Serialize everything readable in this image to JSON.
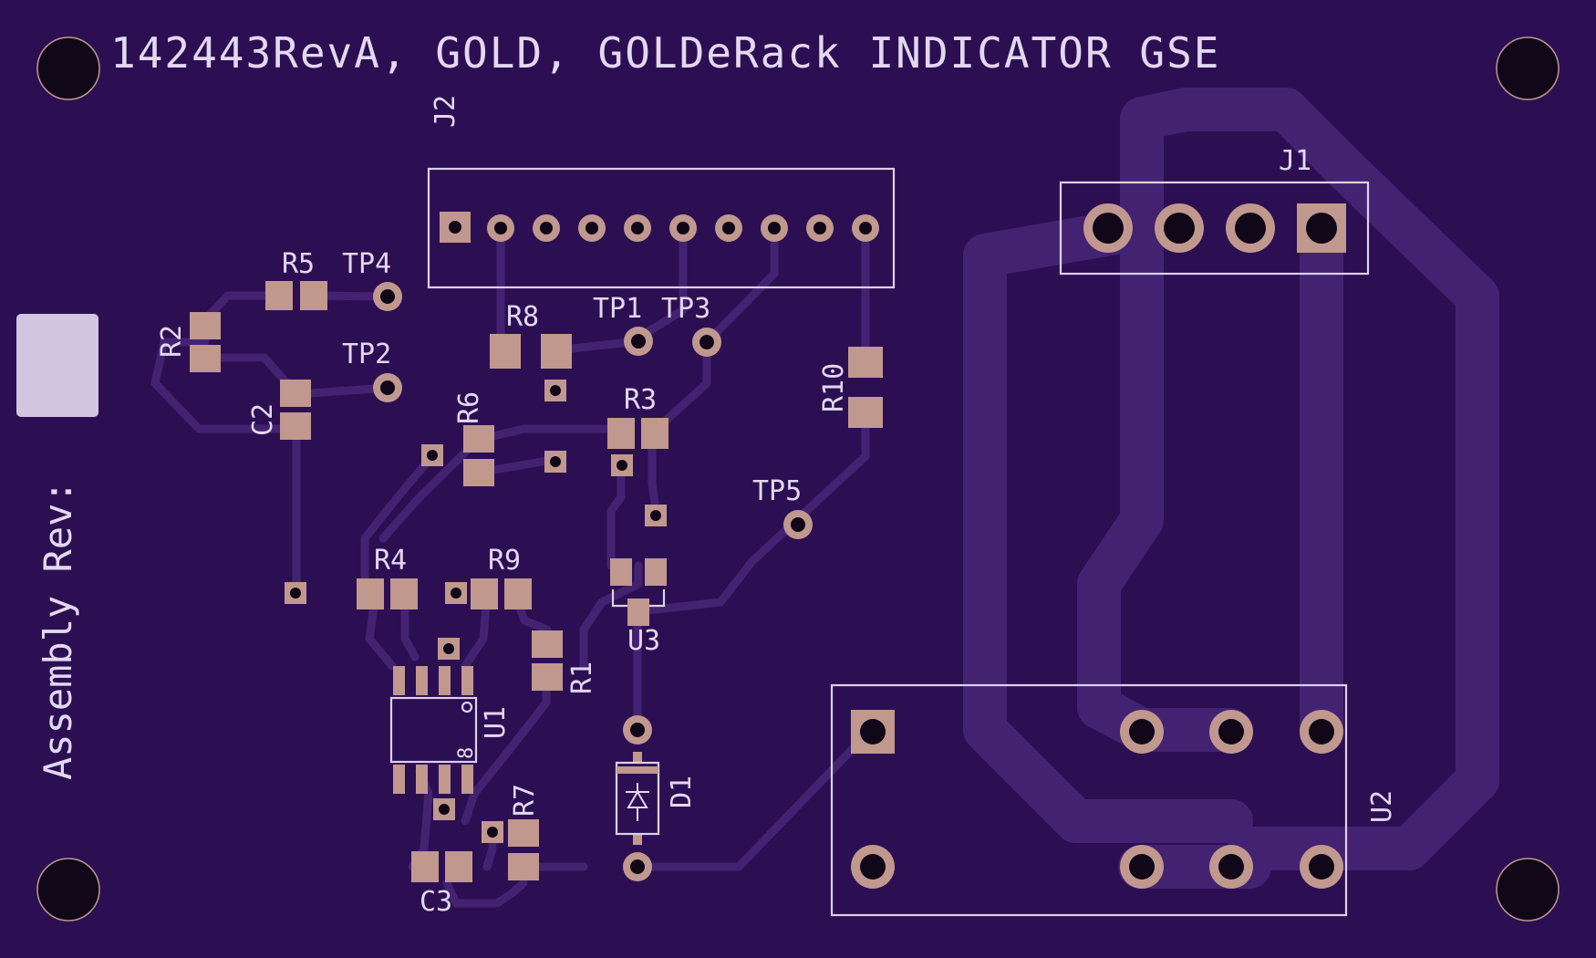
{
  "board": {
    "title": "142443RevA, GOLD, GOLDeRack INDICATOR GSE",
    "assembly_rev_label": "Assembly Rev:",
    "colors": {
      "substrate": "#2c0f52",
      "trace": "#442272",
      "copper": "#c0988e",
      "silkscreen": "#e2d8ef",
      "drill": "#100818",
      "label_box": "#d2c6e0"
    }
  },
  "designators": {
    "J1": "J1",
    "J2": "J2",
    "U1": "U1",
    "U2": "U2",
    "U3": "U3",
    "D1": "D1",
    "R1": "R1",
    "R2": "R2",
    "R3": "R3",
    "R4": "R4",
    "R5": "R5",
    "R6": "R6",
    "R7": "R7",
    "R8": "R8",
    "R9": "R9",
    "R10": "R10",
    "C2": "C2",
    "C3": "C3",
    "TP1": "TP1",
    "TP2": "TP2",
    "TP3": "TP3",
    "TP4": "TP4",
    "TP5": "TP5",
    "u1_pin_marker": "8"
  }
}
